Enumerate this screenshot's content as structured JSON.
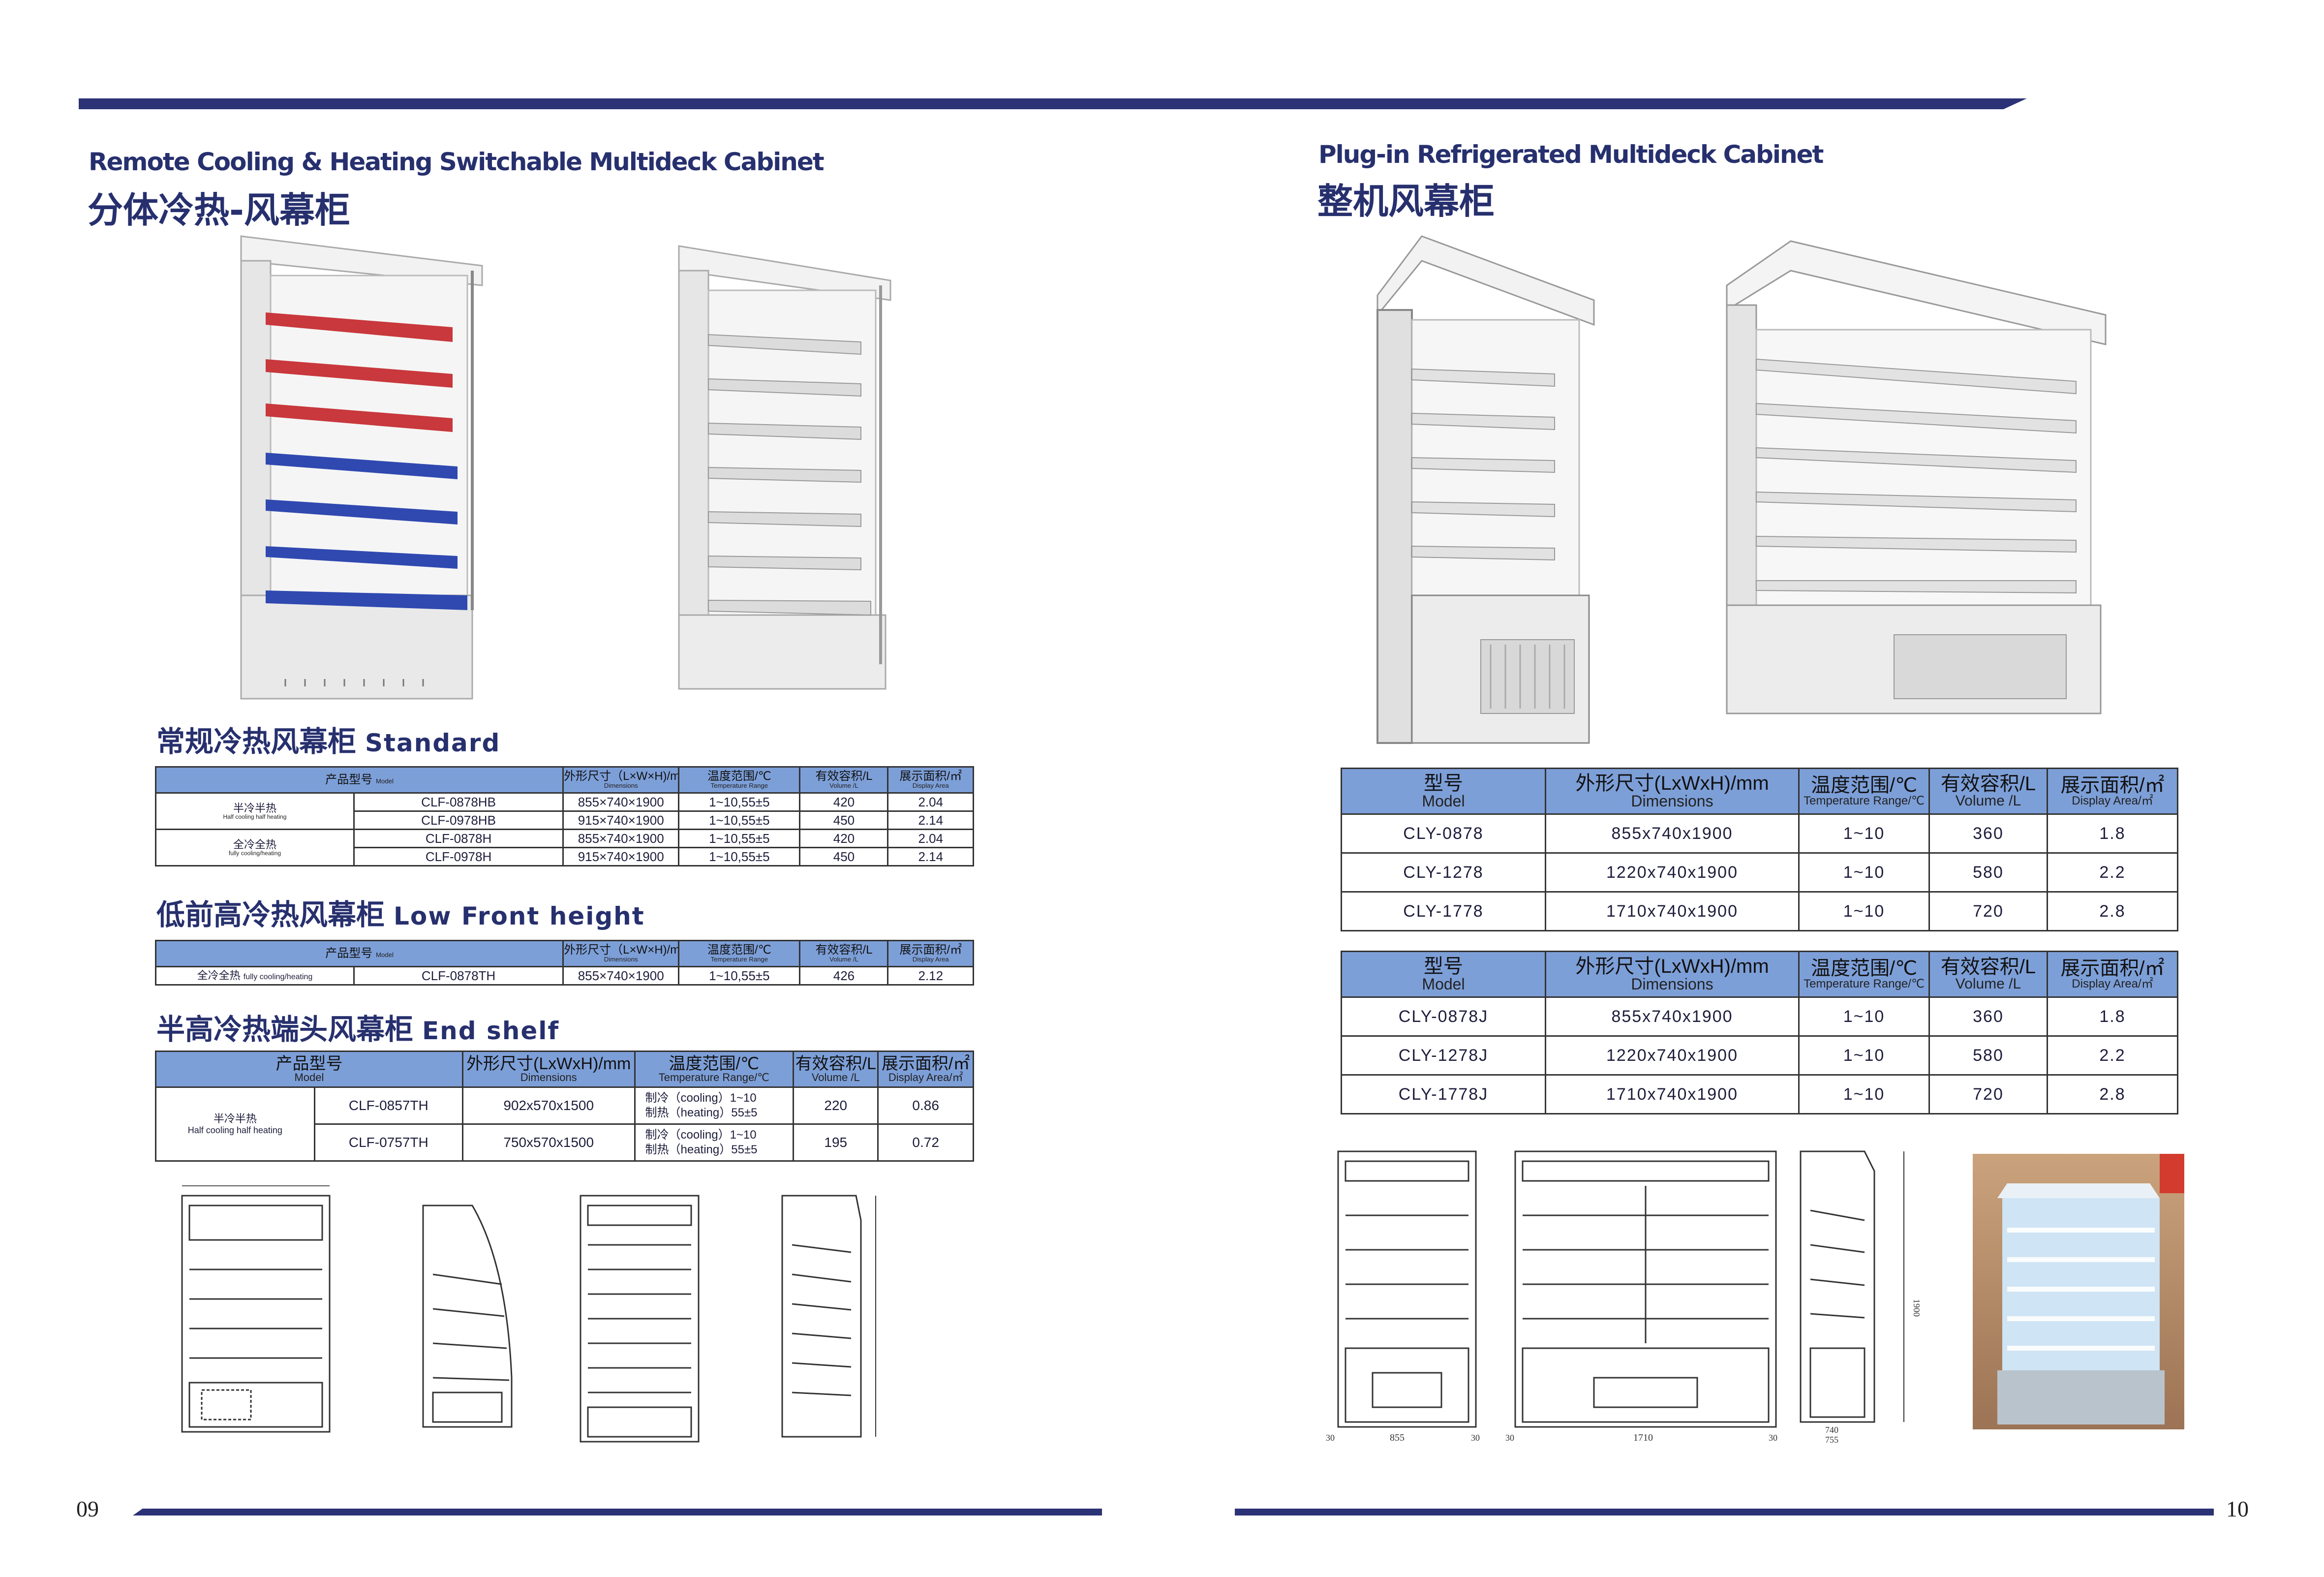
{
  "page": {
    "left_page_number": "09",
    "right_page_number": "10"
  },
  "left": {
    "title_en": "Remote Cooling & Heating Switchable Multideck Cabinet",
    "title_cn": "分体冷热-风幕柜",
    "standard": {
      "heading_cn": "常规冷热风幕柜",
      "heading_en": "Standard",
      "headers": [
        {
          "cn": "产品型号",
          "en": "Model"
        },
        {
          "cn": "外形尺寸（L×W×H)/mm",
          "en": "Dimensions"
        },
        {
          "cn": "温度范围/℃",
          "en": "Temperature Range"
        },
        {
          "cn": "有效容积/L",
          "en": "Volume /L"
        },
        {
          "cn": "展示面积/㎡",
          "en": "Display Area"
        }
      ],
      "groups": [
        {
          "cn": "半冷半热",
          "en": "Half cooling half heating",
          "rows": [
            {
              "model": "CLF-0878HB",
              "dims": "855×740×1900",
              "temp": "1~10,55±5",
              "volume": "420",
              "area": "2.04"
            },
            {
              "model": "CLF-0978HB",
              "dims": "915×740×1900",
              "temp": "1~10,55±5",
              "volume": "450",
              "area": "2.14"
            }
          ]
        },
        {
          "cn": "全冷全热",
          "en": "fully cooling/heating",
          "rows": [
            {
              "model": "CLF-0878H",
              "dims": "855×740×1900",
              "temp": "1~10,55±5",
              "volume": "420",
              "area": "2.04"
            },
            {
              "model": "CLF-0978H",
              "dims": "915×740×1900",
              "temp": "1~10,55±5",
              "volume": "450",
              "area": "2.14"
            }
          ]
        }
      ]
    },
    "low_front": {
      "heading_cn": "低前高冷热风幕柜",
      "heading_en": "Low Front height",
      "headers": [
        {
          "cn": "产品型号",
          "en": "Model"
        },
        {
          "cn": "外形尺寸（L×W×H)/mm",
          "en": "Dimensions"
        },
        {
          "cn": "温度范围/℃",
          "en": "Temperature Range"
        },
        {
          "cn": "有效容积/L",
          "en": "Volume /L"
        },
        {
          "cn": "展示面积/㎡",
          "en": "Display Area"
        }
      ],
      "row": {
        "group_cn": "全冷全热",
        "group_en": "fully cooling/heating",
        "model": "CLF-0878TH",
        "dims": "855×740×1900",
        "temp": "1~10,55±5",
        "volume": "426",
        "area": "2.12"
      }
    },
    "end_shelf": {
      "heading_cn": "半高冷热端头风幕柜",
      "heading_en": "End shelf",
      "headers": [
        {
          "cn": "产品型号",
          "en": "Model"
        },
        {
          "cn": "外形尺寸(LxWxH)/mm",
          "en": "Dimensions"
        },
        {
          "cn": "温度范围/℃",
          "en": "Temperature Range/℃"
        },
        {
          "cn": "有效容积/L",
          "en": "Volume /L"
        },
        {
          "cn": "展示面积/㎡",
          "en": "Display Area/㎡"
        }
      ],
      "group_cn": "半冷半热",
      "group_en": "Half cooling half heating",
      "rows": [
        {
          "model": "CLF-0857TH",
          "dims": "902x570x1500",
          "temp_cool": "制冷（cooling）1~10",
          "temp_heat": "制热（heating）55±5",
          "volume": "220",
          "area": "0.86"
        },
        {
          "model": "CLF-0757TH",
          "dims": "750x570x1500",
          "temp_cool": "制冷（cooling）1~10",
          "temp_heat": "制热（heating）55±5",
          "volume": "195",
          "area": "0.72"
        }
      ]
    }
  },
  "right": {
    "title_en": "Plug-in Refrigerated Multideck Cabinet",
    "title_cn": "整机风幕柜",
    "headers": [
      {
        "cn": "型号",
        "en": "Model"
      },
      {
        "cn": "外形尺寸(LxWxH)/mm",
        "en": "Dimensions"
      },
      {
        "cn": "温度范围/℃",
        "en": "Temperature Range/℃"
      },
      {
        "cn": "有效容积/L",
        "en": "Volume /L"
      },
      {
        "cn": "展示面积/㎡",
        "en": "Display Area/㎡"
      }
    ],
    "table1": [
      {
        "model": "CLY-0878",
        "dims": "855x740x1900",
        "temp": "1~10",
        "volume": "360",
        "area": "1.8"
      },
      {
        "model": "CLY-1278",
        "dims": "1220x740x1900",
        "temp": "1~10",
        "volume": "580",
        "area": "2.2"
      },
      {
        "model": "CLY-1778",
        "dims": "1710x740x1900",
        "temp": "1~10",
        "volume": "720",
        "area": "2.8"
      }
    ],
    "table2": [
      {
        "model": "CLY-0878J",
        "dims": "855x740x1900",
        "temp": "1~10",
        "volume": "360",
        "area": "1.8"
      },
      {
        "model": "CLY-1278J",
        "dims": "1220x740x1900",
        "temp": "1~10",
        "volume": "580",
        "area": "2.2"
      },
      {
        "model": "CLY-1778J",
        "dims": "1710x740x1900",
        "temp": "1~10",
        "volume": "720",
        "area": "2.8"
      }
    ],
    "drawing_labels": {
      "d1_width": "855",
      "d1_side": "30",
      "d2_width": "1710",
      "d2_side": "30",
      "d3_depth_a": "740",
      "d3_depth_b": "755",
      "d3_height": "1900"
    }
  },
  "colors": {
    "navy": "#2b3275",
    "table_header": "#7d9fd8",
    "shelf_red": "#c8383c",
    "shelf_blue": "#2f49b0"
  }
}
